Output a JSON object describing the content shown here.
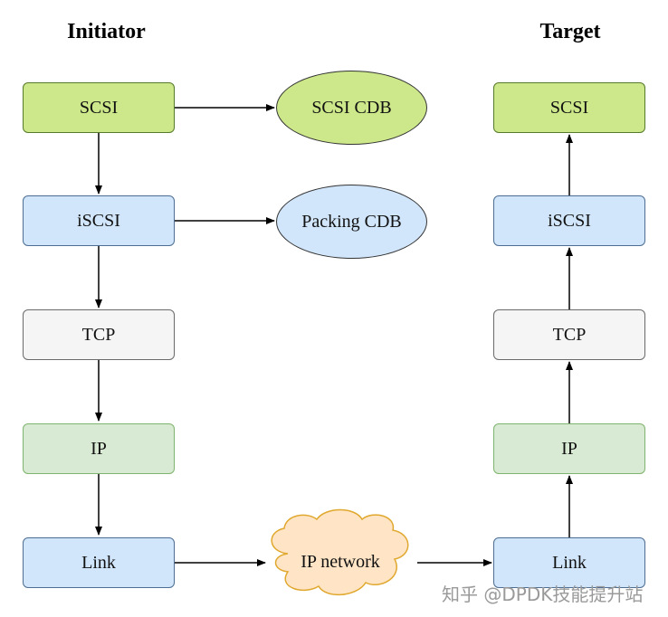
{
  "headings": {
    "initiator": "Initiator",
    "target": "Target"
  },
  "initiator_stack": [
    "SCSI",
    "iSCSI",
    "TCP",
    "IP",
    "Link"
  ],
  "target_stack": [
    "SCSI",
    "iSCSI",
    "TCP",
    "IP",
    "Link"
  ],
  "ellipses": {
    "scsi_cdb": "SCSI CDB",
    "packing_cdb": "Packing CDB"
  },
  "cloud": {
    "label": "IP network"
  },
  "watermark": "知乎 @DPDK技能提升站",
  "colors": {
    "scsi": "#cde88a",
    "iscsi": "#d2e6fb",
    "tcp": "#f5f5f5",
    "ip": "#d8ead3",
    "link": "#d2e6fb",
    "cloud_fill": "#ffe5c6",
    "cloud_stroke": "#e0a82e"
  }
}
